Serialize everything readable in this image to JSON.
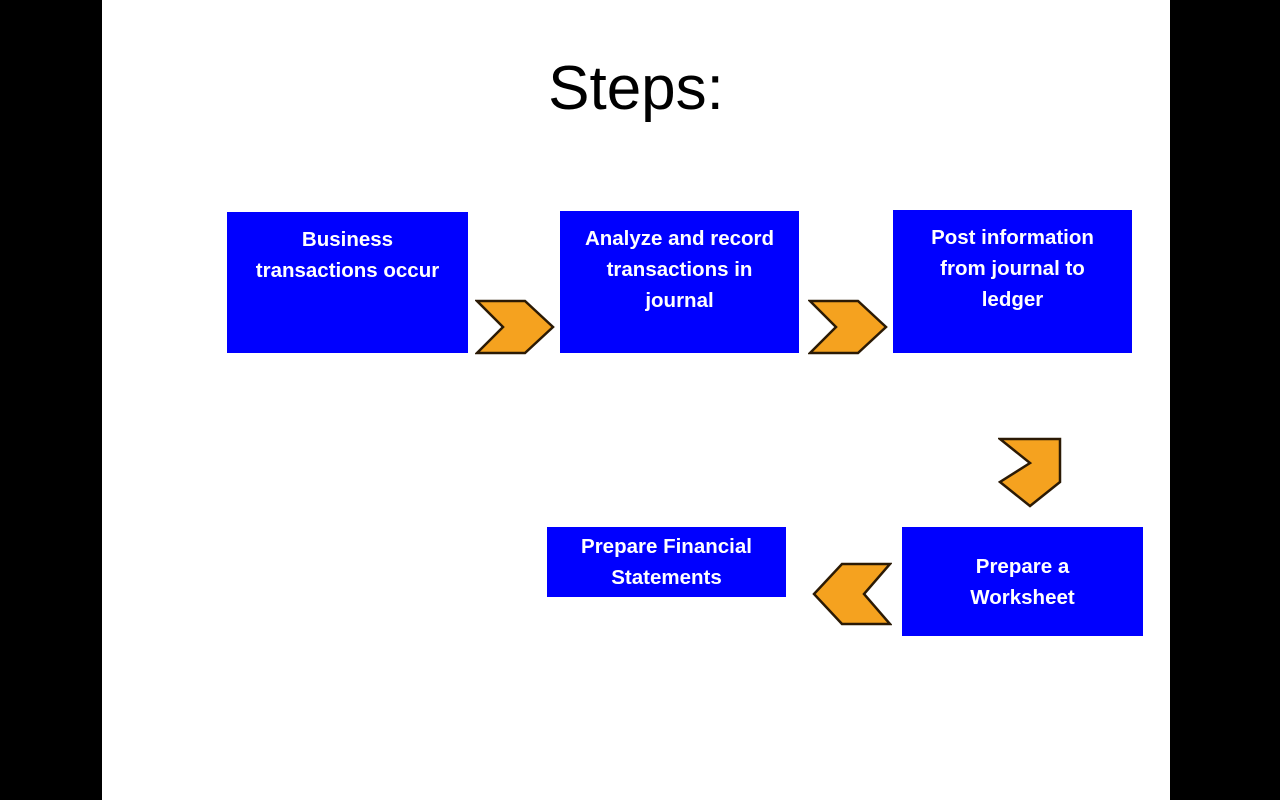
{
  "slide": {
    "title": "Steps:",
    "background_color": "#FFFFFF",
    "letterbox_color": "#000000"
  },
  "colors": {
    "box_fill": "#0000FF",
    "box_text": "#FFFFFF",
    "arrow_fill": "#F5A21F",
    "arrow_stroke": "#2B1A05",
    "title_text": "#000000"
  },
  "flow": {
    "boxes": [
      {
        "id": "business",
        "label": "Business\ntransactions occur"
      },
      {
        "id": "analyze",
        "label": "Analyze and record\ntransactions in\njournal"
      },
      {
        "id": "post",
        "label": "Post information\nfrom journal to\nledger"
      },
      {
        "id": "worksheet",
        "label": "Prepare a\nWorksheet"
      },
      {
        "id": "statements",
        "label": "Prepare Financial\nStatements"
      }
    ],
    "arrows": [
      {
        "id": "arrow-1",
        "direction": "right",
        "from": "business",
        "to": "analyze"
      },
      {
        "id": "arrow-2",
        "direction": "right",
        "from": "analyze",
        "to": "post"
      },
      {
        "id": "arrow-3",
        "direction": "down",
        "from": "post",
        "to": "worksheet"
      },
      {
        "id": "arrow-4",
        "direction": "left",
        "from": "worksheet",
        "to": "statements"
      }
    ]
  },
  "chart_data": {
    "type": "diagram",
    "title": "Steps:",
    "nodes": [
      "Business transactions occur",
      "Analyze and record transactions in journal",
      "Post information from journal to ledger",
      "Prepare a Worksheet",
      "Prepare Financial Statements"
    ],
    "edges": [
      [
        "Business transactions occur",
        "Analyze and record transactions in journal"
      ],
      [
        "Analyze and record transactions in journal",
        "Post information from journal to ledger"
      ],
      [
        "Post information from journal to ledger",
        "Prepare a Worksheet"
      ],
      [
        "Prepare a Worksheet",
        "Prepare Financial Statements"
      ]
    ]
  }
}
